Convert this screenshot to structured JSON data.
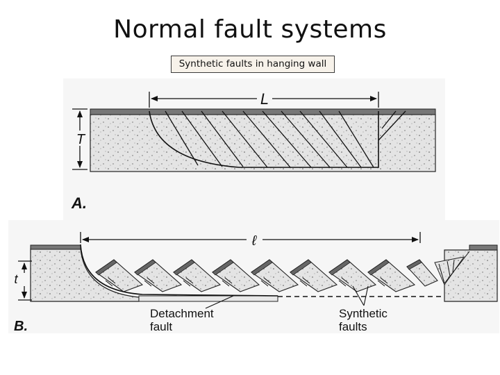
{
  "slide": {
    "title": "Normal fault systems",
    "subtitle": "Synthetic faults in hanging wall"
  },
  "figure_a": {
    "panel_label": "A.",
    "length_label": "L",
    "thickness_label": "T"
  },
  "figure_b": {
    "panel_label": "B.",
    "length_label": "ℓ",
    "thickness_label": "t",
    "detachment_label_line1": "Detachment",
    "detachment_label_line2": "fault",
    "synthetic_label_line1": "Synthetic",
    "synthetic_label_line2": "faults"
  }
}
